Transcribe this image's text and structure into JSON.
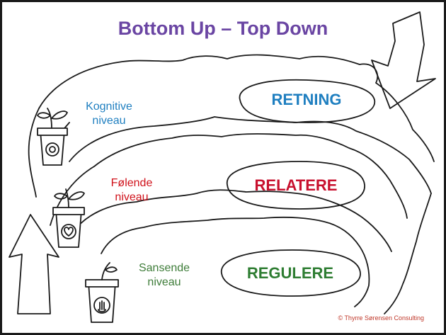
{
  "title": "Bottom Up – Top Down",
  "colors": {
    "title": "#6a45a3",
    "retning": "#1f7fc0",
    "relatere": "#c8102e",
    "regulere": "#2e7d32",
    "kognitive": "#1f7fc0",
    "folende": "#d0121b",
    "sansende": "#3f7d3a",
    "ink": "#1a1a1a",
    "copyright": "#c0392b"
  },
  "ovals": [
    {
      "label": "RETNING"
    },
    {
      "label": "RELATERE"
    },
    {
      "label": "REGULERE"
    }
  ],
  "levels": [
    {
      "line1": "Kognitive",
      "line2": "niveau",
      "icon": "gear-icon"
    },
    {
      "line1": "Følende",
      "line2": "niveau",
      "icon": "heart-icon"
    },
    {
      "line1": "Sansende",
      "line2": "niveau",
      "icon": "hand-icon"
    }
  ],
  "arrows": [
    {
      "direction": "down",
      "icon": "arrow-down-icon"
    },
    {
      "direction": "up",
      "icon": "arrow-up-icon"
    }
  ],
  "copyright": "© Thyrre Sørensen Consulting"
}
